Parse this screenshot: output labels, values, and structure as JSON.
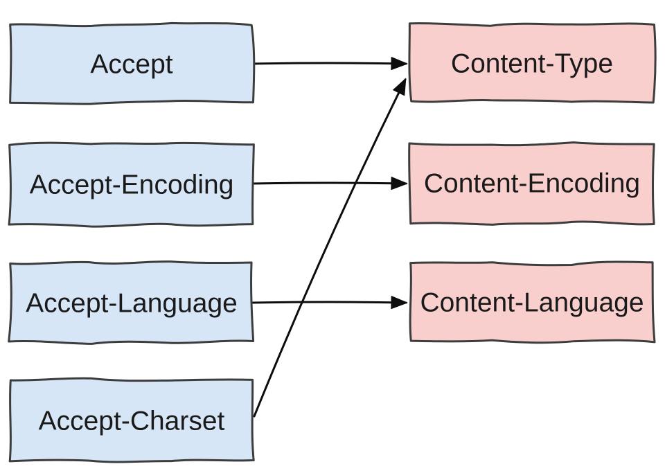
{
  "diagram": {
    "background_color": "#ffffff",
    "node_stroke_color": "#3d3d3d",
    "edge_color": "#0d0d0d",
    "text_color": "#1a1a1a",
    "left_fill_color": "#d7e6f7",
    "right_fill_color": "#f8cfcc",
    "left_boxes": [
      {
        "label": "Accept"
      },
      {
        "label": "Accept-Encoding"
      },
      {
        "label": "Accept-Language"
      },
      {
        "label": "Accept-Charset"
      }
    ],
    "right_boxes": [
      {
        "label": "Content-Type"
      },
      {
        "label": "Content-Encoding"
      },
      {
        "label": "Content-Language"
      }
    ],
    "connections": [
      {
        "from": "Accept",
        "to": "Content-Type"
      },
      {
        "from": "Accept-Encoding",
        "to": "Content-Encoding"
      },
      {
        "from": "Accept-Language",
        "to": "Content-Language"
      },
      {
        "from": "Accept-Charset",
        "to": "Content-Type"
      }
    ]
  }
}
